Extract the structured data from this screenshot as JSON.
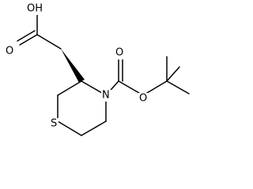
{
  "molecule": {
    "atoms": {
      "oh": "OH",
      "o_acid": "O",
      "n": "N",
      "o_carbonyl": "O",
      "o_ester": "O",
      "s": "S"
    }
  }
}
